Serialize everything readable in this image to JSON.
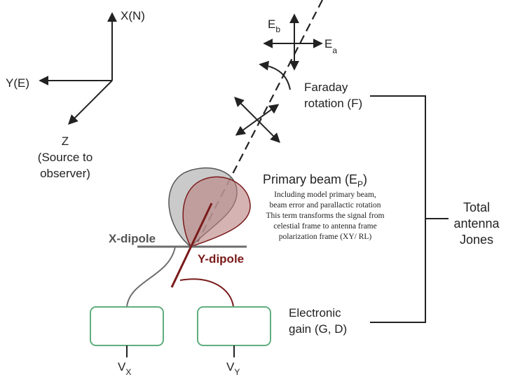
{
  "axes": {
    "x_label": "X(N)",
    "y_label": "Y(E)",
    "z_label": "Z",
    "z_note_line1": "(Source to",
    "z_note_line2": "observer)"
  },
  "field": {
    "eb_base": "E",
    "eb_sub": "b",
    "ea_base": "E",
    "ea_sub": "a"
  },
  "faraday": {
    "line1": "Faraday",
    "line2": "rotation (F)"
  },
  "primary_beam": {
    "title_base": "Primary beam (E",
    "title_sub": "P",
    "title_end": ")",
    "desc": [
      "Including model primary beam,",
      "beam error and parallactic rotation",
      "This term transforms the signal from",
      "celestial frame to antenna frame",
      "polarization frame (XY/ RL)"
    ]
  },
  "dipoles": {
    "x_label": "X-dipole",
    "y_label": "Y-dipole"
  },
  "electronic": {
    "line1": "Electronic",
    "line2": "gain (G, D)"
  },
  "total": {
    "line1": "Total",
    "line2": "antenna",
    "line3": "Jones"
  },
  "voltages": {
    "vx_base": "V",
    "vx_sub": "X",
    "vy_base": "V",
    "vy_sub": "Y"
  },
  "colors": {
    "dark": "#222222",
    "dipole_x": "#6e6e6e",
    "dipole_y": "#7a1a1a",
    "box_border": "#5fae7f",
    "beam_grey": "#b8b8b8",
    "beam_red": "#b98080"
  }
}
